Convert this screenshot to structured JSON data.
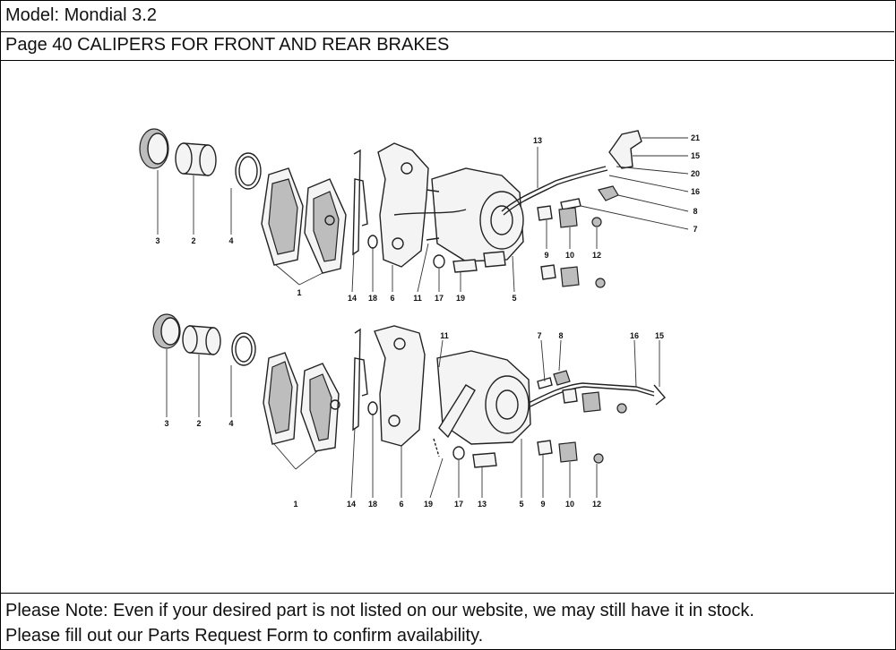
{
  "header": {
    "model": "Model: Mondial 3.2",
    "page": "Page 40  CALIPERS FOR FRONT AND REAR BRAKES"
  },
  "diagram": {
    "front_labels": [
      "3",
      "2",
      "4",
      "1",
      "14",
      "18",
      "6",
      "11",
      "17",
      "19",
      "5",
      "13",
      "9",
      "10",
      "12",
      "21",
      "15",
      "20",
      "16",
      "8",
      "7"
    ],
    "rear_labels": [
      "3",
      "2",
      "4",
      "1",
      "14",
      "18",
      "6",
      "11",
      "19",
      "17",
      "13",
      "5",
      "7",
      "8",
      "16",
      "15",
      "9",
      "10",
      "12"
    ]
  },
  "note": {
    "line1": "Please Note: Even if your desired part is not listed on our website, we may still have it in stock.",
    "line2": "Please fill out our Parts Request Form to confirm availability."
  }
}
